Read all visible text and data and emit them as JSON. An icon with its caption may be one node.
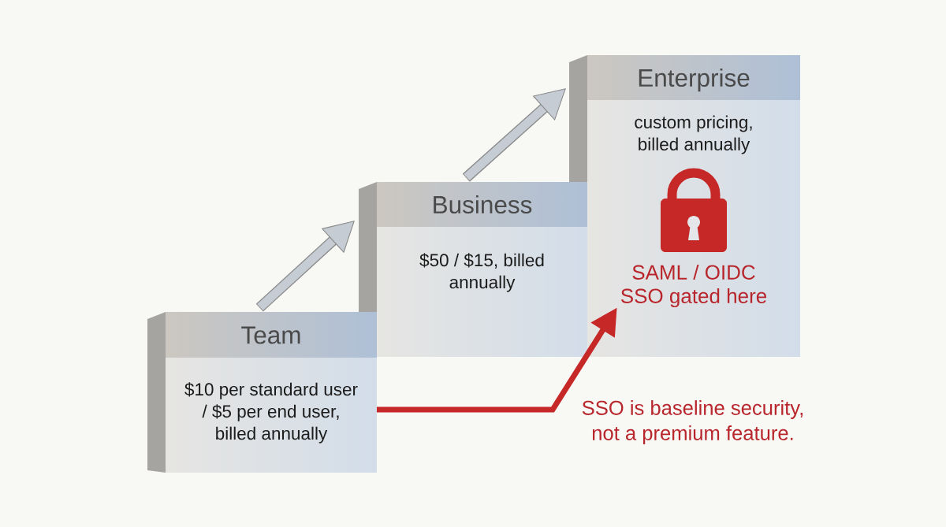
{
  "diagram": {
    "nodes": [
      {
        "text": [
          "Team",
          "$10 per standard user / $5 per end user, billed annually"
        ]
      },
      {
        "text": [
          "Business",
          "$50 / $15, billed annually"
        ]
      },
      {
        "text": [
          "Enterprise",
          "custom pricing, billed annually"
        ]
      },
      {
        "text": [
          "SAML / OIDC SSO gated here"
        ],
        "in": 2
      }
    ],
    "edges": [
      {
        "from": 0,
        "to": 1,
        "arrow": "to"
      },
      {
        "from": 1,
        "to": 2,
        "arrow": "to"
      },
      {
        "from": 0,
        "to": 3,
        "arrow": "to",
        "color": "#c62828"
      }
    ],
    "labels": [
      "SSO is baseline security, not a premium feature."
    ]
  }
}
